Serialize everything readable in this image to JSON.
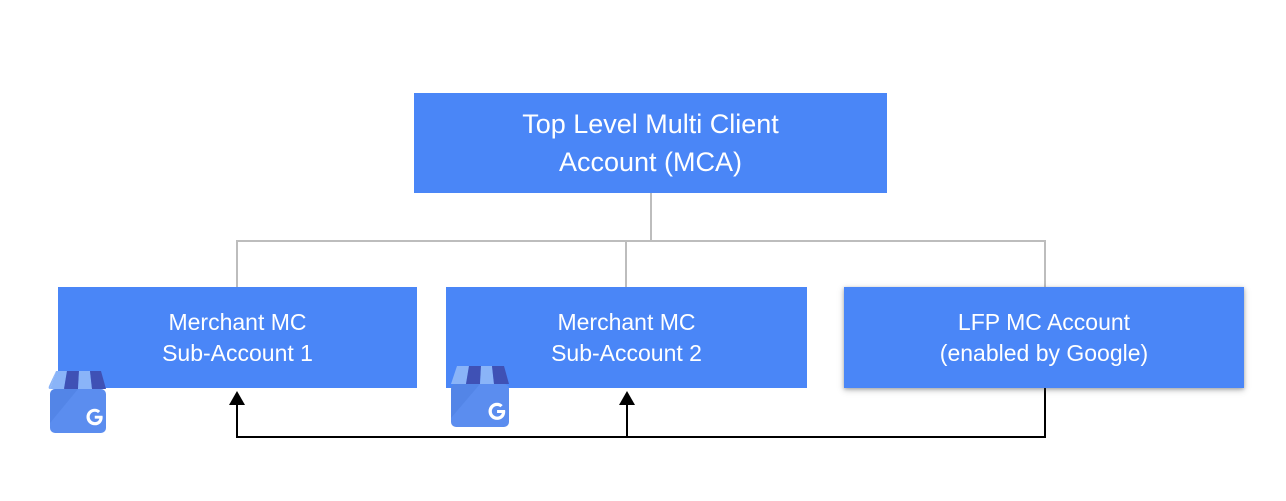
{
  "diagram": {
    "title_hidden": "",
    "accent_color": "#4a86f7",
    "connector_color": "#bdbdbd",
    "flow_color": "#000000",
    "nodes": {
      "mca": {
        "line1": "Top Level Multi Client",
        "line2": "Account (MCA)"
      },
      "sub1": {
        "line1": "Merchant MC",
        "line2": "Sub-Account 1"
      },
      "sub2": {
        "line1": "Merchant MC",
        "line2": "Sub-Account 2"
      },
      "lfp": {
        "line1": "LFP MC Account",
        "line2": "(enabled by Google)"
      }
    },
    "icons": {
      "gmb1": "google-my-business-icon",
      "gmb2": "google-my-business-icon"
    }
  }
}
